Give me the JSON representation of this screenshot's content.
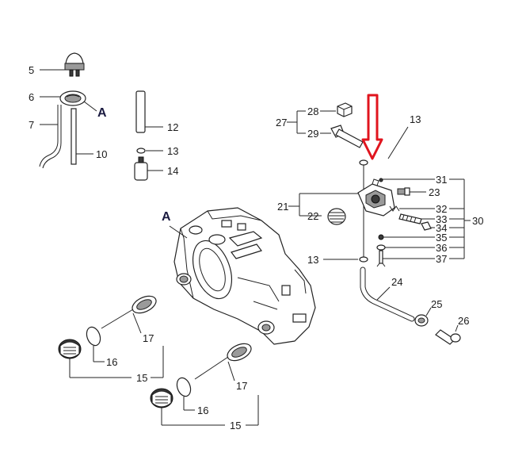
{
  "labels": {
    "n5": "5",
    "n6": "6",
    "n7": "7",
    "n10": "10",
    "n12": "12",
    "n13a": "13",
    "n14": "14",
    "n27": "27",
    "n28": "28",
    "n29": "29",
    "n13b": "13",
    "n31": "31",
    "n23": "23",
    "n21": "21",
    "n22": "22",
    "n32": "32",
    "n33": "33",
    "n30": "30",
    "n34": "34",
    "n35": "35",
    "n36": "36",
    "n13c": "13",
    "n37": "37",
    "n24": "24",
    "n25": "25",
    "n26": "26",
    "n17a": "17",
    "n16a": "16",
    "n15a": "15",
    "n17b": "17",
    "n16b": "16",
    "n15b": "15",
    "refA1": "A",
    "refA2": "A"
  },
  "colors": {
    "highlight_arrow": "#e0141e",
    "line": "#222222"
  }
}
